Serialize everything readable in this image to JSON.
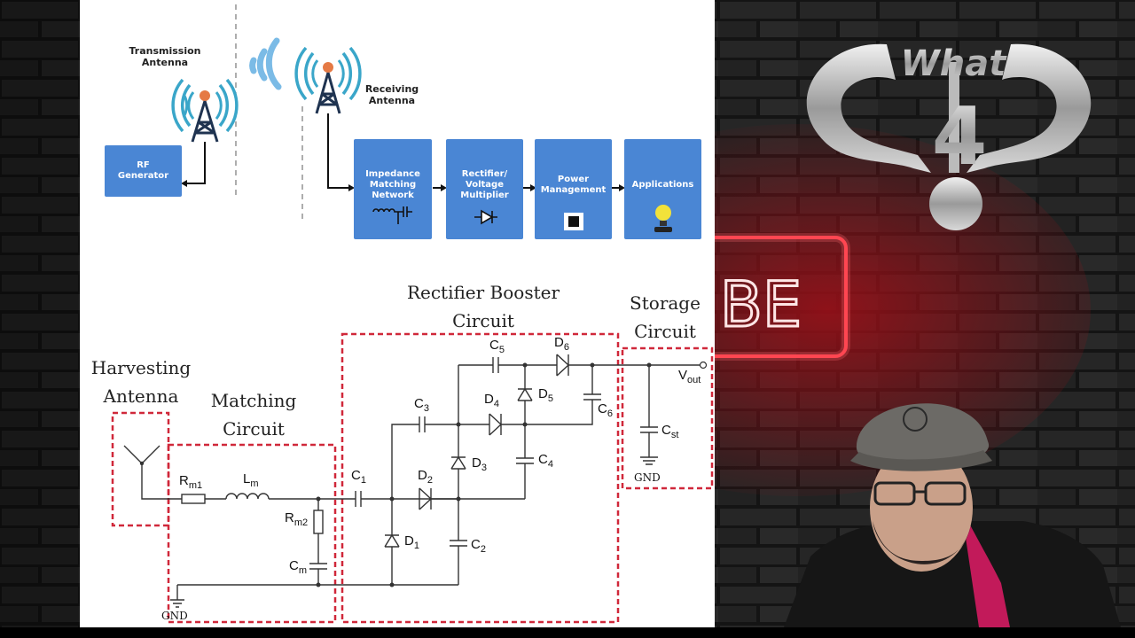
{
  "diagram_top": {
    "transmission_antenna": "Transmission\nAntenna",
    "receiving_antenna": "Receiving\nAntenna",
    "rf_generator": "RF\nGenerator",
    "blocks": [
      {
        "label": "Impedance\nMatching\nNetwork",
        "icon": "inductor-capacitor-icon"
      },
      {
        "label": "Rectifier/\nVoltage\nMultiplier",
        "icon": "diode-icon"
      },
      {
        "label": "Power\nManagement",
        "icon": "chip-icon"
      },
      {
        "label": "Applications",
        "icon": "lamp-icon"
      }
    ]
  },
  "circuit": {
    "sections": {
      "harvesting": "Harvesting\nAntenna",
      "matching": "Matching\nCircuit",
      "rectifier": "Rectifier Booster\nCircuit",
      "storage": "Storage\nCircuit"
    },
    "gnd": "GND",
    "components": {
      "rm1": "R",
      "rm1_sub": "m1",
      "lm": "L",
      "lm_sub": "m",
      "rm2": "R",
      "rm2_sub": "m2",
      "cm": "C",
      "cm_sub": "m",
      "c1": "C",
      "c1_sub": "1",
      "c2": "C",
      "c2_sub": "2",
      "c3": "C",
      "c3_sub": "3",
      "c4": "C",
      "c4_sub": "4",
      "c5": "C",
      "c5_sub": "5",
      "c6": "C",
      "c6_sub": "6",
      "d1": "D",
      "d1_sub": "1",
      "d2": "D",
      "d2_sub": "2",
      "d3": "D",
      "d3_sub": "3",
      "d4": "D",
      "d4_sub": "4",
      "d5": "D",
      "d5_sub": "5",
      "d6": "D",
      "d6_sub": "6",
      "cst": "C",
      "cst_sub": "st",
      "vout": "V",
      "vout_sub": "out"
    }
  },
  "overlay": {
    "logo_text": "What",
    "logo_number": "4",
    "neon_text": "BE"
  },
  "colors": {
    "block_blue": "#4a86d4",
    "dashed_red": "#d0283a",
    "antenna_teal": "#3aa6c9",
    "neon_red": "#ff3a46"
  }
}
